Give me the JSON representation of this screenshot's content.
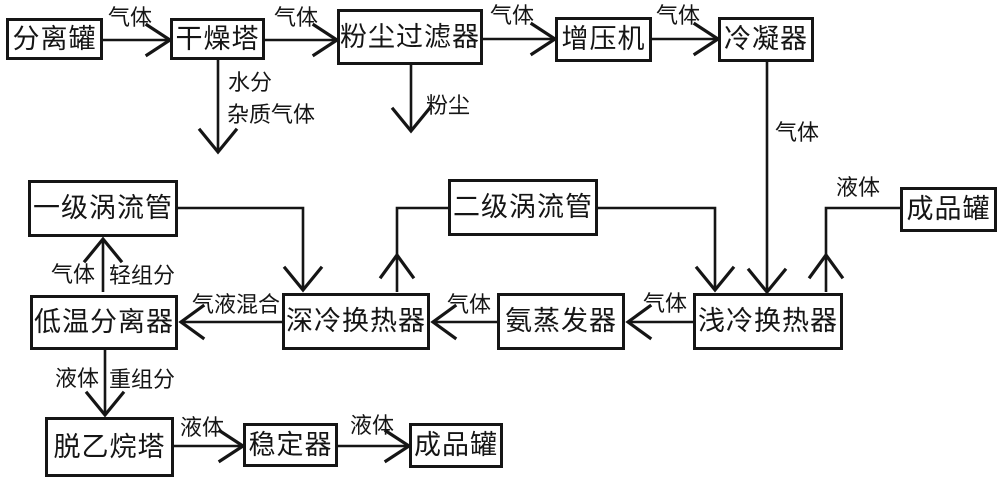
{
  "diagram": {
    "colors": {
      "line": "#151515",
      "box_background": "#ffffff",
      "page_background": "#ffffff"
    },
    "nodes": {
      "separator_tank": "分离罐",
      "drying_tower": "干燥塔",
      "dust_filter": "粉尘过滤器",
      "booster": "增压机",
      "condenser": "冷凝器",
      "vortex_tube_1": "一级涡流管",
      "vortex_tube_2": "二级涡流管",
      "product_tank_top": "成品罐",
      "low_temp_separator": "低温分离器",
      "deep_cold_exchanger": "深冷换热器",
      "ammonia_evaporator": "氨蒸发器",
      "shallow_cold_exchanger": "浅冷换热器",
      "deethanizer": "脱乙烷塔",
      "stabilizer": "稳定器",
      "product_tank_bottom": "成品罐"
    },
    "labels": {
      "gas_separator_to_drying": "气体",
      "gas_drying_to_filter": "气体",
      "gas_filter_to_booster": "气体",
      "gas_booster_to_condenser": "气体",
      "water": "水分",
      "impurity_gas": "杂质气体",
      "dust": "粉尘",
      "gas_condenser_to_shallow": "气体",
      "liquid_to_product_top": "液体",
      "gas_light": "气体",
      "light_fraction": "轻组分",
      "gas_liquid_mix": "气液混合",
      "gas_evaporator_to_deep": "气体",
      "gas_shallow_to_evaporator": "气体",
      "liquid_heavy": "液体",
      "heavy_fraction": "重组分",
      "liquid_deethanizer_to_stabilizer": "液体",
      "liquid_stabilizer_to_product": "液体"
    }
  }
}
